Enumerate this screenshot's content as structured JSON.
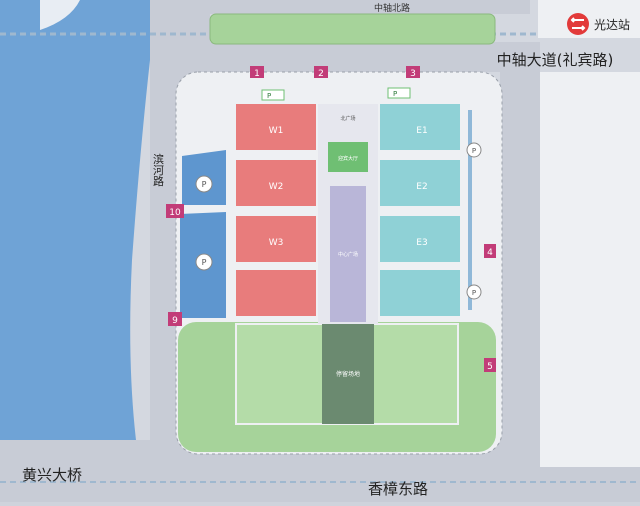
{
  "roads": {
    "north": "中轴北路",
    "main_avenue": "中轴大道(礼宾路)",
    "binhe": "滨河路",
    "south": "香樟东路",
    "bridge": "黄兴大桥"
  },
  "metro": {
    "station": "光达站",
    "icon": "metro-logo-icon",
    "color": "#e23a3a"
  },
  "halls": {
    "west": [
      "W1",
      "W2",
      "W3"
    ],
    "east": [
      "E1",
      "E2",
      "E3"
    ]
  },
  "center": {
    "north_plaza": "北广场",
    "lobby": "迎宾大厅",
    "central_plaza": "中心广场",
    "south_zone": "停留场地"
  },
  "gates": [
    "1",
    "2",
    "3",
    "4",
    "5",
    "9",
    "10"
  ],
  "parking_symbol": "P",
  "colors": {
    "west_hall": "#e87c7c",
    "east_hall": "#8fd1d6",
    "water": "#6fa3d6",
    "green": "#a6d39a",
    "road": "#c8ccd6",
    "gate": "#c23c78",
    "central": "#b9b6d8"
  }
}
